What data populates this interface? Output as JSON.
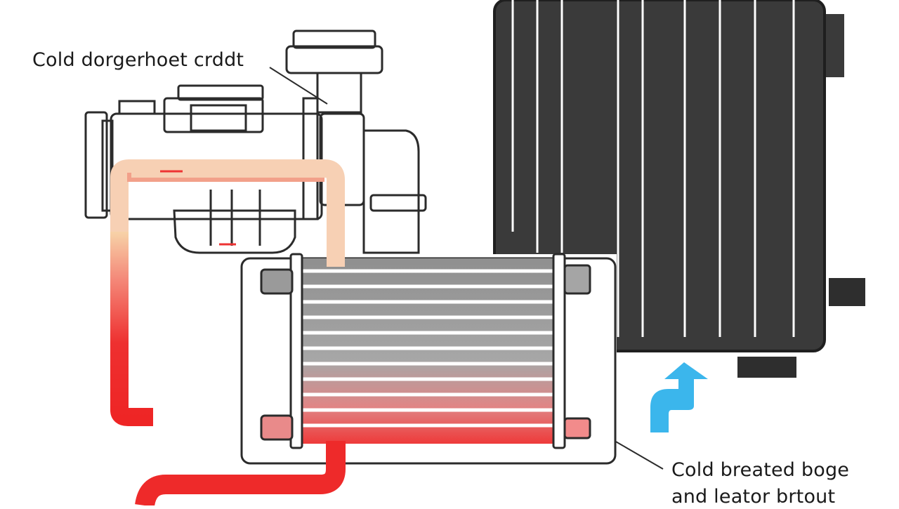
{
  "labels": {
    "top_callout": "Cold dorgerhoet crddt",
    "bottom_callout_line1": "Cold breated boge",
    "bottom_callout_line2": "and leator brtout"
  },
  "colors": {
    "outline": "#2b2b2b",
    "radiator_dark": "#3a3a3a",
    "hot_pipe": "#ee2a2a",
    "warm_pipe": "#f6c4b4",
    "cool_arrow": "#3bb6ec",
    "fins": "#9a9a9a"
  }
}
